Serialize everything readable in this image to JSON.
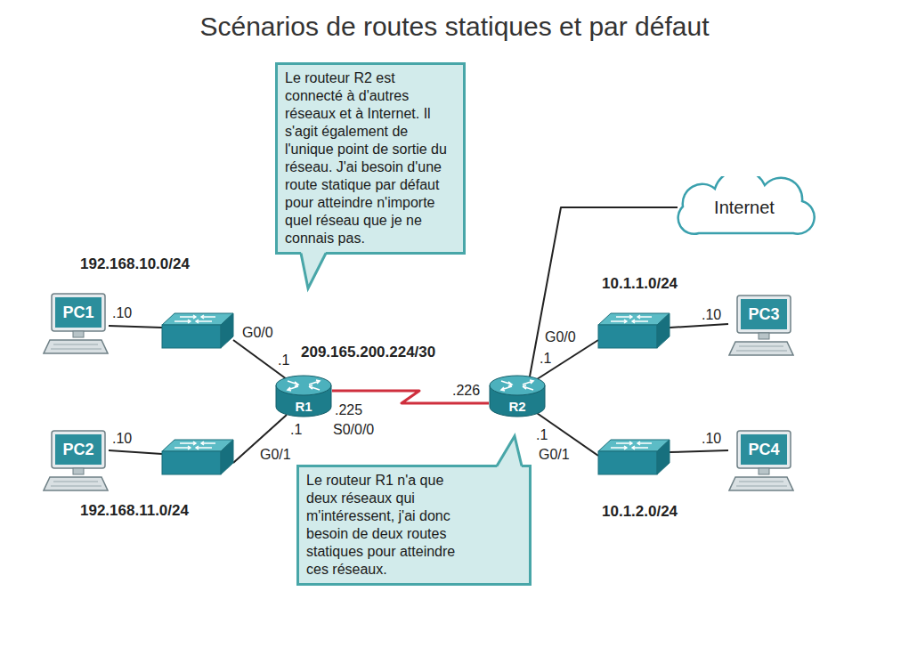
{
  "diagram": {
    "title": "Scénarios de routes statiques et par défaut",
    "nodes": [
      {
        "text": [
          "Le routeur R2 est connecté à d'autres réseaux et à Internet. Il s'agit également de l'unique point de sortie du réseau. J'ai besoin d'une route statique par défaut pour atteindre n'importe quel réseau que je ne connais pas."
        ]
      },
      {
        "text": [
          "Internet"
        ]
      },
      {
        "text": [
          "PC1"
        ]
      },
      {
        "text": [
          "PC3"
        ]
      },
      {
        "text": [
          "R1"
        ]
      },
      {
        "text": [
          "R2"
        ]
      },
      {
        "text": [
          "PC2"
        ]
      },
      {
        "text": [
          "PC4"
        ]
      },
      {
        "text": [
          "Le routeur R1 n'a que deux réseaux qui m'intéressent, j'ai donc besoin de deux routes statiques pour atteindre ces réseaux."
        ]
      }
    ],
    "edges": [
      {
        "from": 4,
        "to": 5,
        "arrow": "none"
      },
      {
        "from": 5,
        "to": 1,
        "arrow": "none"
      }
    ],
    "labels": [
      "192.168.10.0/24",
      ".10",
      "G0/0",
      ".1",
      "209.165.200.224/30",
      ".225",
      "S0/0/0",
      ".226",
      "10.1.1.0/24",
      ".10",
      "G0/0",
      ".1",
      ".1",
      "G0/1",
      ".10",
      "192.168.11.0/24",
      ".1",
      "G0/1",
      ".10",
      "10.1.2.0/24"
    ]
  }
}
